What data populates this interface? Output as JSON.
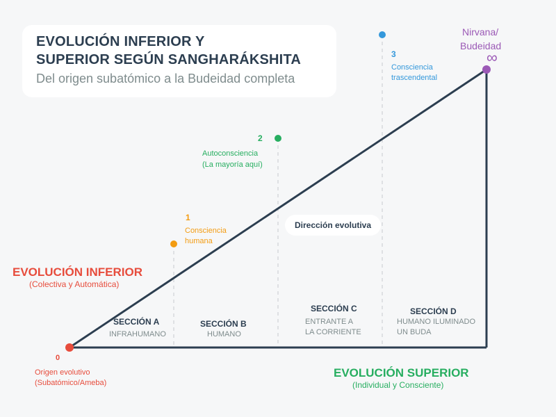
{
  "header": {
    "title_line1": "EVOLUCIÓN INFERIOR Y",
    "title_line2": "SUPERIOR SEGÚN SANGHARÁKSHITA",
    "subtitle": "Del origen subatómico a la Budeidad completa"
  },
  "direction_label": "Dirección evolutiva",
  "lower": {
    "title": "EVOLUCIÓN INFERIOR",
    "subtitle": "(Colectiva y Automática)"
  },
  "higher": {
    "title": "EVOLUCIÓN SUPERIOR",
    "subtitle": "(Individual y Consciente)"
  },
  "origin": {
    "number": "0",
    "line1": "Origen evolutivo",
    "line2": "(Subatómico/Ameba)"
  },
  "summit": {
    "line1": "Nirvana/",
    "line2": "Budeidad",
    "symbol": "∞"
  },
  "milestones": [
    {
      "number": "1",
      "line1": "Consciencia",
      "line2": "humana"
    },
    {
      "number": "2",
      "line1": "Autoconsciencia",
      "line2": "(La mayoría aquí)"
    },
    {
      "number": "3",
      "line1": "Consciencia",
      "line2": "trascendental"
    }
  ],
  "sections": [
    {
      "title": "SECCIÓN A",
      "line1": "INFRAHUMANO",
      "line2": ""
    },
    {
      "title": "SECCIÓN B",
      "line1": "HUMANO",
      "line2": ""
    },
    {
      "title": "SECCIÓN C",
      "line1": "ENTRANTE A",
      "line2": "LA CORRIENTE"
    },
    {
      "title": "SECCIÓN D",
      "line1": "HUMANO ILUMINADO",
      "line2": "UN BUDA"
    }
  ],
  "colors": {
    "dark": "#2c3e50",
    "red": "#e74c3c",
    "orange": "#f39c12",
    "green": "#27ae60",
    "blue": "#3498db",
    "purple": "#9b59b6",
    "gray": "#7f8c8d"
  }
}
